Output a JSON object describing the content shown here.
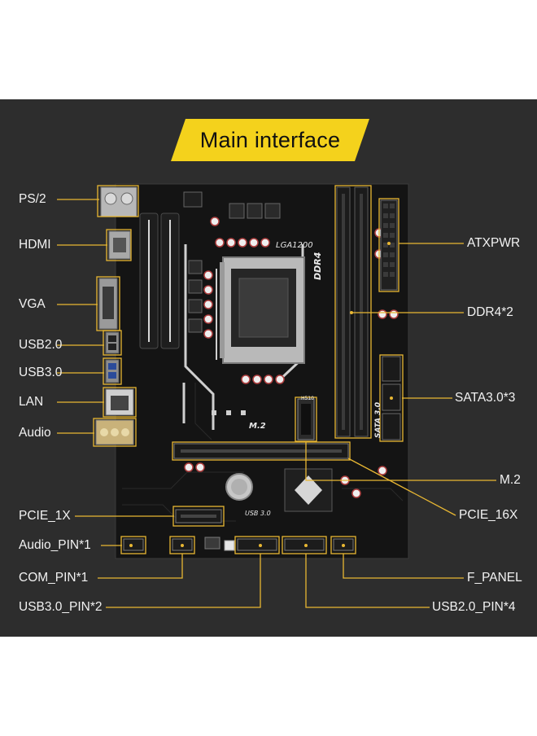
{
  "title": "Main interface",
  "colors": {
    "panel_bg": "#2d2d2d",
    "accent_yellow": "#f4d21c",
    "leader_line": "#e8b733",
    "label_text": "#f2f2f2"
  },
  "board_markings": {
    "cpu": "LGA1200",
    "memory": "DDR4",
    "sata": "SATA 3.0",
    "m2": "M.2",
    "usb": "USB 3.0",
    "chipset": "H510"
  },
  "labels_left": [
    "PS/2",
    "HDMI",
    "VGA",
    "USB2.0",
    "USB3.0",
    "LAN",
    "Audio",
    "PCIE_1X",
    "Audio_PIN*1",
    "COM_PIN*1",
    "USB3.0_PIN*2"
  ],
  "labels_right": [
    "ATXPWR",
    "DDR4*2",
    "SATA3.0*3",
    "M.2",
    "PCIE_16X",
    "F_PANEL",
    "USB2.0_PIN*4"
  ]
}
